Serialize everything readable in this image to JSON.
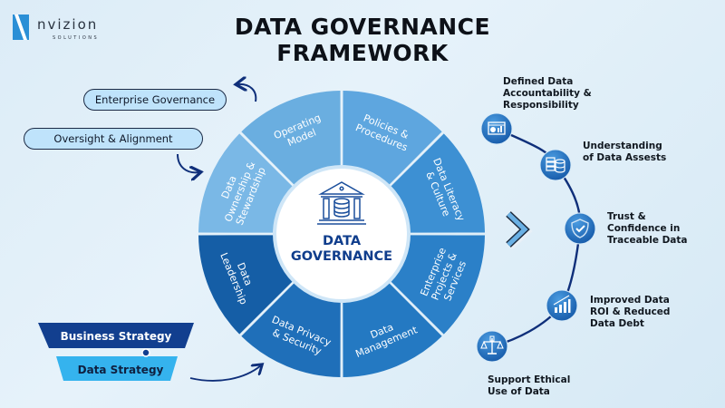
{
  "logo": {
    "name": "nvizion",
    "subtitle": "SOLUTIONS"
  },
  "title": "DATA GOVERNANCE FRAMEWORK",
  "center": {
    "line1": "DATA",
    "line2": "GOVERNANCE",
    "icon": "bank-database-icon"
  },
  "segments": [
    {
      "lines": [
        "Operating",
        "Model"
      ],
      "color": "#6aaee0"
    },
    {
      "lines": [
        "Policies &",
        "Procedures"
      ],
      "color": "#5ea6df"
    },
    {
      "lines": [
        "Data Literacy",
        "& Culture"
      ],
      "color": "#3d90d3"
    },
    {
      "lines": [
        "Enterprise",
        "Projects &",
        "Services"
      ],
      "color": "#2b80c8"
    },
    {
      "lines": [
        "Data",
        "Management"
      ],
      "color": "#2479c2"
    },
    {
      "lines": [
        "Data Privacy",
        "& Security"
      ],
      "color": "#1f6fb9"
    },
    {
      "lines": [
        "Data",
        "Leadership"
      ],
      "color": "#155ea6"
    },
    {
      "lines": [
        "Data",
        "Ownership &",
        "Stewardship"
      ],
      "color": "#7ab8e6"
    }
  ],
  "pills": {
    "enterprise_governance": "Enterprise Governance",
    "oversight_alignment": "Oversight & Alignment"
  },
  "funnel": {
    "top": "Business Strategy",
    "bottom": "Data Strategy",
    "top_color": "#123f8f",
    "bottom_color": "#35b3ee"
  },
  "outcomes": [
    {
      "lines": [
        "Defined  Data",
        "Accountability &",
        "Responsibility"
      ],
      "icon": "dashboard-chart-icon"
    },
    {
      "lines": [
        "Understanding",
        "of Data Assests"
      ],
      "icon": "server-database-icon"
    },
    {
      "lines": [
        "Trust &",
        "Confidence in",
        "Traceable Data"
      ],
      "icon": "shield-check-icon"
    },
    {
      "lines": [
        "Improved Data",
        "ROI & Reduced",
        "Data Debt"
      ],
      "icon": "growth-chart-icon"
    },
    {
      "lines": [
        "Support Ethical",
        "Use of Data"
      ],
      "icon": "balance-scale-icon"
    }
  ],
  "colors": {
    "accent_dark": "#0f3d8c",
    "arc_line": "#0f2f7a",
    "icon_circle": "#1f6fbf"
  }
}
